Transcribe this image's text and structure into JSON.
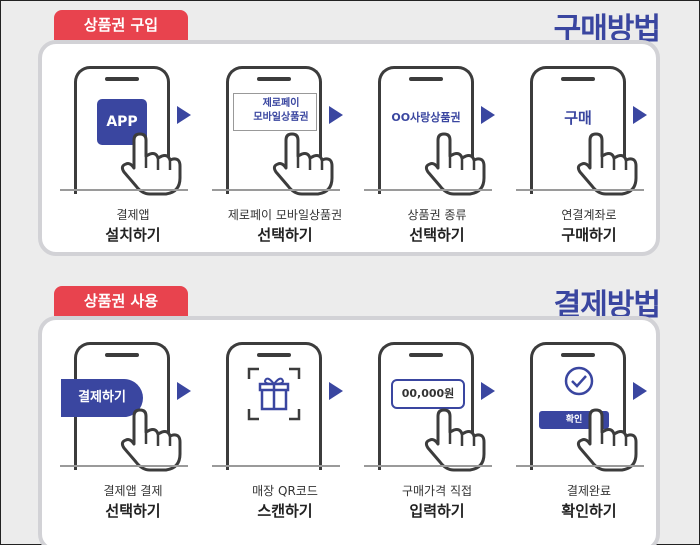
{
  "colors": {
    "accent_red": "#e8434e",
    "accent_blue": "#3a46a0"
  },
  "purchase": {
    "tab_label": "상품권 구입",
    "heading": "구매방법",
    "steps": [
      {
        "screen": "APP",
        "caption_small": "결제앱",
        "caption_large": "설치하기",
        "icon": "app-icon"
      },
      {
        "screen_line1": "제로페이",
        "screen_line2": "모바일상품권",
        "caption_small": "제로페이 모바일상품권",
        "caption_large": "선택하기"
      },
      {
        "screen": "OO사랑상품권",
        "caption_small": "상품권 종류",
        "caption_large": "선택하기"
      },
      {
        "screen": "구매",
        "caption_small": "연결계좌로",
        "caption_large": "구매하기"
      }
    ]
  },
  "payment": {
    "tab_label": "상품권 사용",
    "heading": "결제방법",
    "steps": [
      {
        "screen": "결제하기",
        "caption_small": "결제앱 결제",
        "caption_large": "선택하기"
      },
      {
        "icon": "gift-qr-icon",
        "caption_small": "매장 QR코드",
        "caption_large": "스캔하기"
      },
      {
        "screen": "00,000원",
        "caption_small": "구매가격 직접",
        "caption_large": "입력하기"
      },
      {
        "screen": "확인",
        "icon": "check-circle-icon",
        "caption_small": "결제완료",
        "caption_large": "확인하기"
      }
    ]
  }
}
